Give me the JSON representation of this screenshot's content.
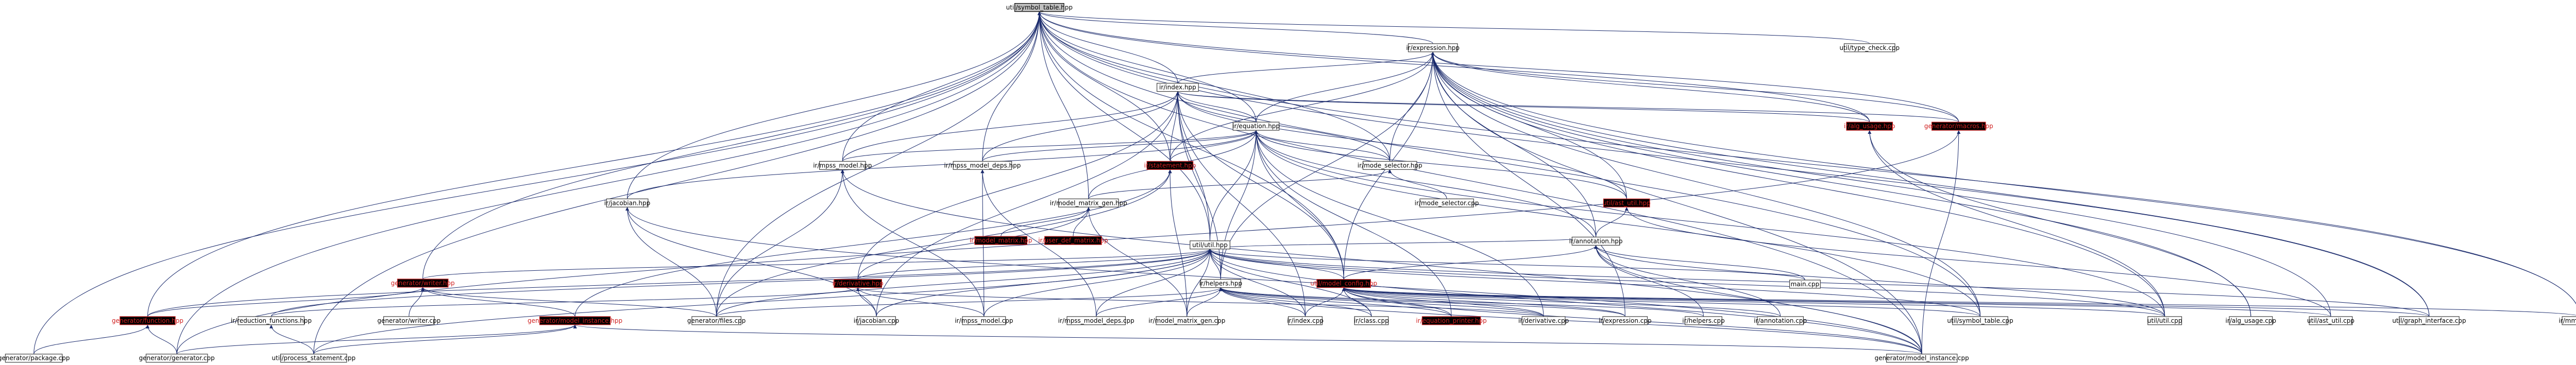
{
  "graph": {
    "nodes": [
      {
        "id": "root",
        "label": "util/symbol_table.hpp",
        "style": "root"
      },
      {
        "id": "expression_hpp",
        "label": "ir/expression.hpp",
        "style": "plain"
      },
      {
        "id": "type_check",
        "label": "util/type_check.cpp",
        "style": "plain"
      },
      {
        "id": "index_hpp",
        "label": "ir/index.hpp",
        "style": "plain"
      },
      {
        "id": "equation_hpp",
        "label": "ir/equation.hpp",
        "style": "plain"
      },
      {
        "id": "alg_usage_hpp",
        "label": "ir/alg_usage.hpp",
        "style": "red"
      },
      {
        "id": "macros_hpp",
        "label": "generator/macros.hpp",
        "style": "red"
      },
      {
        "id": "mpss_model_hpp",
        "label": "ir/mpss_model.hpp",
        "style": "plain"
      },
      {
        "id": "mpss_model_deps_hpp",
        "label": "ir/mpss_model_deps.hpp",
        "style": "plain"
      },
      {
        "id": "statement_hpp",
        "label": "ir/statement.hpp",
        "style": "red"
      },
      {
        "id": "mode_selector_hpp",
        "label": "ir/mode_selector.hpp",
        "style": "plain"
      },
      {
        "id": "jacobian_hpp",
        "label": "ir/jacobian.hpp",
        "style": "plain"
      },
      {
        "id": "mode_selector_cpp",
        "label": "ir/mode_selector.cpp",
        "style": "plain"
      },
      {
        "id": "model_matrix_gen_hpp",
        "label": "ir/model_matrix_gen.hpp",
        "style": "plain"
      },
      {
        "id": "ast_util_hpp",
        "label": "util/ast_util.hpp",
        "style": "red"
      },
      {
        "id": "model_matrix_hpp",
        "label": "ir/model_matrix.hpp",
        "style": "red"
      },
      {
        "id": "user_def_matrix_hpp",
        "label": "ir/user_def_matrix.hpp",
        "style": "red"
      },
      {
        "id": "util_hpp",
        "label": "util/util.hpp",
        "style": "plain"
      },
      {
        "id": "annotation_hpp",
        "label": "ir/annotation.hpp",
        "style": "plain"
      },
      {
        "id": "writer_hpp",
        "label": "generator/writer.hpp",
        "style": "red"
      },
      {
        "id": "derivative_hpp",
        "label": "ir/derivative.hpp",
        "style": "red"
      },
      {
        "id": "helpers_hpp",
        "label": "ir/helpers.hpp",
        "style": "plain"
      },
      {
        "id": "model_config_hpp",
        "label": "util/model_config.hpp",
        "style": "red"
      },
      {
        "id": "main_cpp",
        "label": "main.cpp",
        "style": "plain"
      },
      {
        "id": "function_hpp",
        "label": "generator/function.hpp",
        "style": "red"
      },
      {
        "id": "reduction_functions_hpp",
        "label": "ir/reduction_functions.hpp",
        "style": "plain"
      },
      {
        "id": "writer_cpp",
        "label": "generator/writer.cpp",
        "style": "plain"
      },
      {
        "id": "model_instance_hpp",
        "label": "generator/model_instance.hpp",
        "style": "red"
      },
      {
        "id": "files_cpp",
        "label": "generator/files.cpp",
        "style": "plain"
      },
      {
        "id": "jacobian_cpp",
        "label": "ir/jacobian.cpp",
        "style": "plain"
      },
      {
        "id": "mpss_model_cpp",
        "label": "ir/mpss_model.cpp",
        "style": "plain"
      },
      {
        "id": "mpss_model_deps_cpp",
        "label": "ir/mpss_model_deps.cpp",
        "style": "plain"
      },
      {
        "id": "model_matrix_gen_cpp",
        "label": "ir/model_matrix_gen.cpp",
        "style": "plain"
      },
      {
        "id": "index_cpp",
        "label": "ir/index.cpp",
        "style": "plain"
      },
      {
        "id": "class_cpp",
        "label": "ir/class.cpp",
        "style": "plain"
      },
      {
        "id": "equation_printer_hpp",
        "label": "ir/equation_printer.hpp",
        "style": "red"
      },
      {
        "id": "derivative_cpp",
        "label": "ir/derivative.cpp",
        "style": "plain"
      },
      {
        "id": "expression_cpp",
        "label": "ir/expression.cpp",
        "style": "plain"
      },
      {
        "id": "helpers_cpp",
        "label": "ir/helpers.cpp",
        "style": "plain"
      },
      {
        "id": "annotation_cpp",
        "label": "ir/annotation.cpp",
        "style": "plain"
      },
      {
        "id": "symbol_table_cpp",
        "label": "util/symbol_table.cpp",
        "style": "plain"
      },
      {
        "id": "util_cpp",
        "label": "util/util.cpp",
        "style": "plain"
      },
      {
        "id": "alg_usage_cpp",
        "label": "ir/alg_usage.cpp",
        "style": "plain"
      },
      {
        "id": "ast_util_cpp",
        "label": "util/ast_util.cpp",
        "style": "plain"
      },
      {
        "id": "graph_interface_cpp",
        "label": "util/graph_interface.cpp",
        "style": "plain"
      },
      {
        "id": "mmo_ir_cpp",
        "label": "ir/mmo_ir.cpp",
        "style": "plain"
      },
      {
        "id": "package_cpp",
        "label": "generator/package.cpp",
        "style": "plain"
      },
      {
        "id": "generator_cpp",
        "label": "generator/generator.cpp",
        "style": "plain"
      },
      {
        "id": "process_statement_cpp",
        "label": "util/process_statement.cpp",
        "style": "plain"
      },
      {
        "id": "model_instance_cpp",
        "label": "generator/model_instance.cpp",
        "style": "plain"
      }
    ],
    "colors": {
      "edge": "#1a2a6c",
      "root_fill": "#bfbfbf",
      "red": "#d02020",
      "border": "#404040"
    }
  }
}
